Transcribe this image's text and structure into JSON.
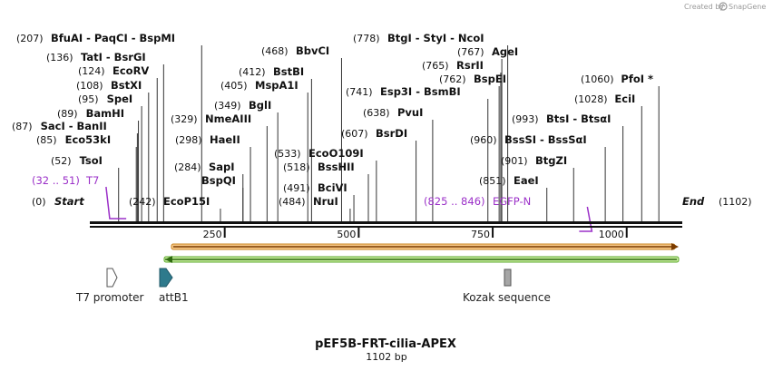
{
  "credit": {
    "text": "Created by",
    "brand": "SnapGene"
  },
  "map": {
    "title": "pEF5B-FRT-cilia-APEX",
    "length_label": "1102 bp",
    "length": 1102,
    "start_label": {
      "pos": "(0)",
      "name": "Start"
    },
    "end_label": {
      "name": "End",
      "pos": "(1102)"
    }
  },
  "ticks": [
    {
      "value": 250,
      "label": "250"
    },
    {
      "value": 500,
      "label": "500"
    },
    {
      "value": 750,
      "label": "750"
    },
    {
      "value": 1000,
      "label": "1000"
    }
  ],
  "sites": [
    {
      "bp": 207,
      "pos": "(207)",
      "name": "BfuAI  -  PaqCI  -  BspMI"
    },
    {
      "bp": 136,
      "pos": "(136)",
      "name": "TatI  -  BsrGI"
    },
    {
      "bp": 124,
      "pos": "(124)",
      "name": "EcoRV"
    },
    {
      "bp": 108,
      "pos": "(108)",
      "name": "BstXI"
    },
    {
      "bp": 95,
      "pos": "(95)",
      "name": "SpeI"
    },
    {
      "bp": 89,
      "pos": "(89)",
      "name": "BamHI"
    },
    {
      "bp": 87,
      "pos": "(87)",
      "name": "SacI  -  BanII"
    },
    {
      "bp": 85,
      "pos": "(85)",
      "name": "Eco53kI"
    },
    {
      "bp": 52,
      "pos": "(52)",
      "name": "TsoI"
    },
    {
      "bp": 242,
      "pos": "(242)",
      "name": "EcoP15I"
    },
    {
      "bp": 329,
      "pos": "(329)",
      "name": "NmeAIII"
    },
    {
      "bp": 298,
      "pos": "(298)",
      "name": "HaeII"
    },
    {
      "bp": 284,
      "pos": "(284)",
      "name": "SapI"
    },
    {
      "bp": 284,
      "pos": "",
      "name": "BspQI"
    },
    {
      "bp": 349,
      "pos": "(349)",
      "name": "BglI"
    },
    {
      "bp": 405,
      "pos": "(405)",
      "name": "MspA1I"
    },
    {
      "bp": 412,
      "pos": "(412)",
      "name": "BstBI"
    },
    {
      "bp": 468,
      "pos": "(468)",
      "name": "BbvCI"
    },
    {
      "bp": 533,
      "pos": "(533)",
      "name": "EcoO109I"
    },
    {
      "bp": 518,
      "pos": "(518)",
      "name": "BssHII"
    },
    {
      "bp": 491,
      "pos": "(491)",
      "name": "BciVI"
    },
    {
      "bp": 484,
      "pos": "(484)",
      "name": "NruI"
    },
    {
      "bp": 778,
      "pos": "(778)",
      "name": "BtgI  -  StyI  -  NcoI"
    },
    {
      "bp": 767,
      "pos": "(767)",
      "name": "AgeI"
    },
    {
      "bp": 765,
      "pos": "(765)",
      "name": "RsrII"
    },
    {
      "bp": 762,
      "pos": "(762)",
      "name": "BspEI"
    },
    {
      "bp": 741,
      "pos": "(741)",
      "name": "Esp3I  -  BsmBI"
    },
    {
      "bp": 638,
      "pos": "(638)",
      "name": "PvuI"
    },
    {
      "bp": 607,
      "pos": "(607)",
      "name": "BsrDI"
    },
    {
      "bp": 1060,
      "pos": "(1060)",
      "name": "PfoI *"
    },
    {
      "bp": 1028,
      "pos": "(1028)",
      "name": "EciI"
    },
    {
      "bp": 993,
      "pos": "(993)",
      "name": "BtsI  -  BtsαI"
    },
    {
      "bp": 960,
      "pos": "(960)",
      "name": "BssSI  -  BssSαI"
    },
    {
      "bp": 901,
      "pos": "(901)",
      "name": "BtgZI"
    },
    {
      "bp": 851,
      "pos": "(851)",
      "name": "EaeI"
    }
  ],
  "primers": [
    {
      "range": "(32 .. 51)",
      "name": "T7",
      "from": 32,
      "to": 51,
      "strand": "forward"
    },
    {
      "range": "(825 .. 846)",
      "name": "EGFP-N",
      "from": 825,
      "to": 846,
      "strand": "reverse"
    }
  ],
  "features": [
    {
      "name": "T7 promoter",
      "color": "#ffffff",
      "shape": "arrow"
    },
    {
      "name": "attB1",
      "color": "#2e7a8c",
      "shape": "arrow"
    },
    {
      "name": "Kozak sequence",
      "color": "#a6a6a6",
      "shape": "box"
    }
  ],
  "orfs": [
    {
      "direction": "forward",
      "color": "#f0a035"
    },
    {
      "direction": "reverse",
      "color": "#8fd14f"
    }
  ]
}
